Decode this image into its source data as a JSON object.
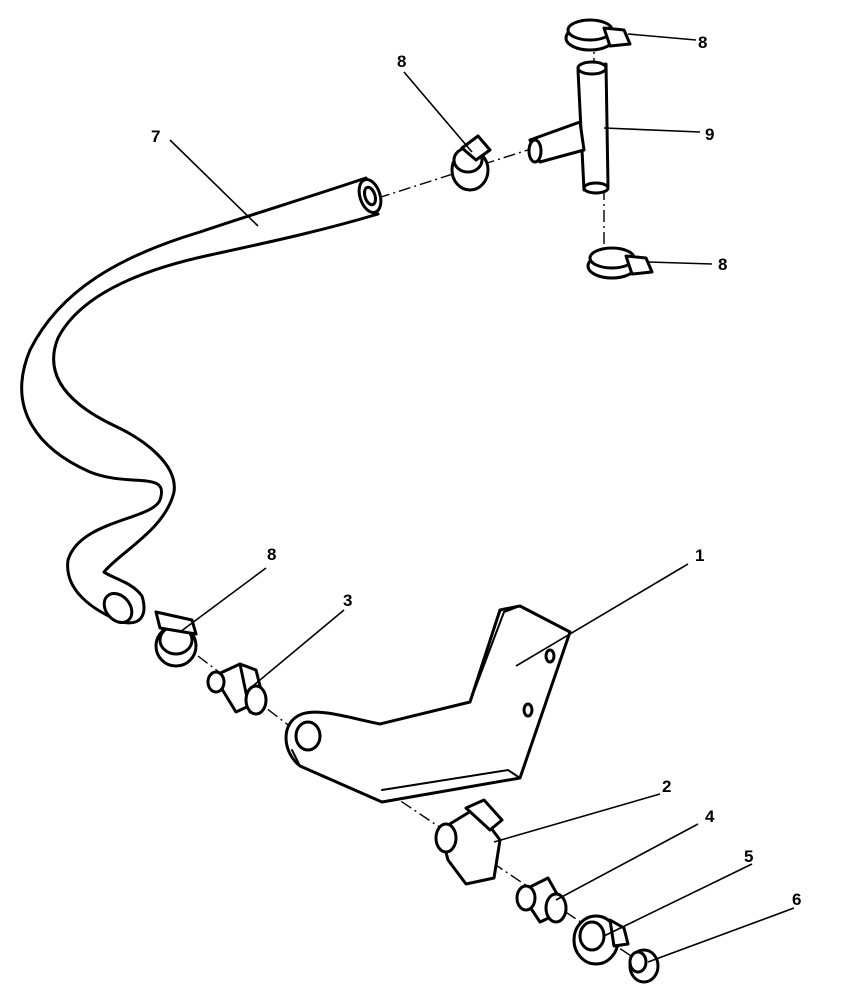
{
  "callouts": {
    "c1": "1",
    "c2": "2",
    "c3": "3",
    "c4": "4",
    "c5": "5",
    "c6": "6",
    "c7": "7",
    "c8a": "8",
    "c8b": "8",
    "c8c": "8",
    "c8d": "8",
    "c9": "9"
  }
}
